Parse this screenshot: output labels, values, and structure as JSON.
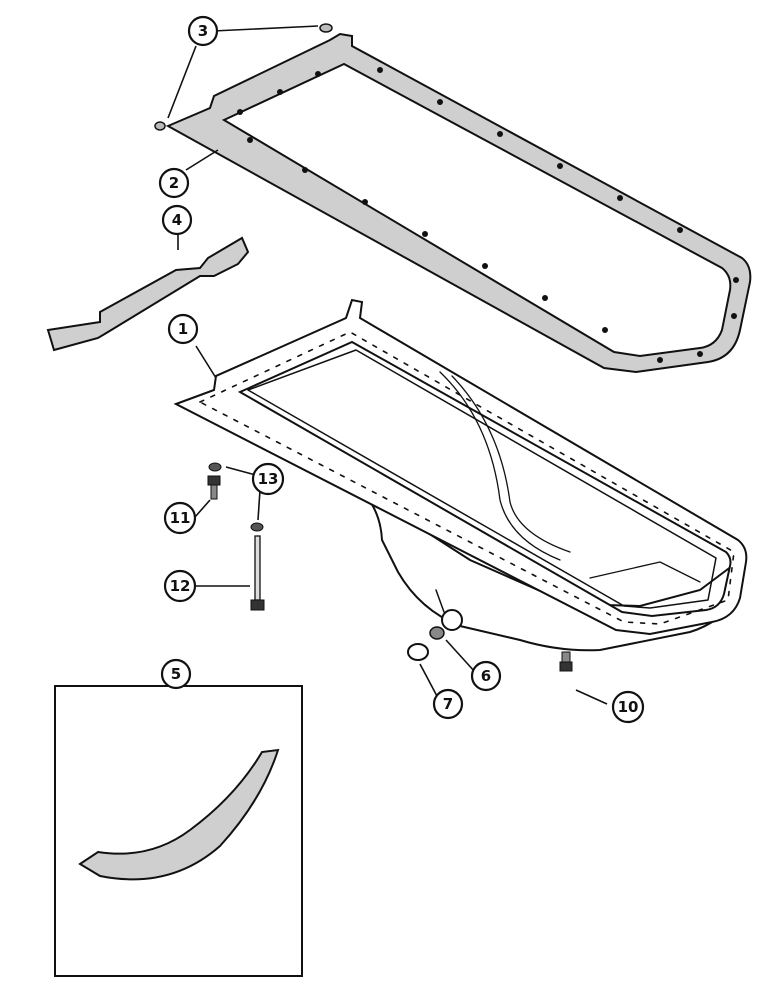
{
  "callouts": [
    {
      "id": "1",
      "label": "1"
    },
    {
      "id": "2",
      "label": "2"
    },
    {
      "id": "3",
      "label": "3"
    },
    {
      "id": "4",
      "label": "4"
    },
    {
      "id": "5",
      "label": "5"
    },
    {
      "id": "6",
      "label": "6"
    },
    {
      "id": "7",
      "label": "7"
    },
    {
      "id": "10",
      "label": "10"
    },
    {
      "id": "11",
      "label": "11"
    },
    {
      "id": "12",
      "label": "12"
    },
    {
      "id": "13",
      "label": "13"
    }
  ],
  "colors": {
    "ink": "#111111",
    "gasket_fill": "#cfcfcf",
    "background": "#ffffff"
  }
}
